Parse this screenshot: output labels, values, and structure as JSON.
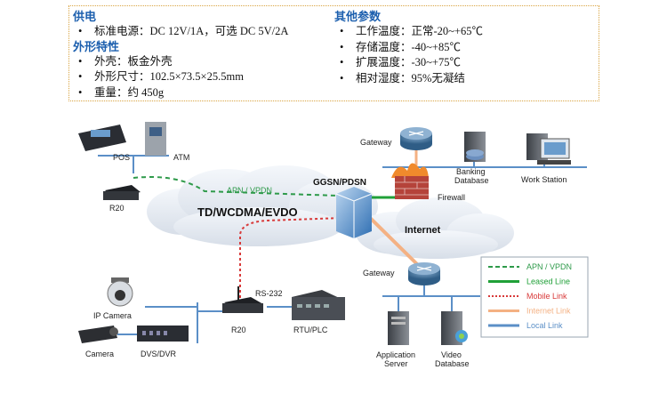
{
  "specs": {
    "left": {
      "power_title": "供电",
      "power_items": [
        "标准电源：DC 12V/1A，可选 DC 5V/2A"
      ],
      "shape_title": "外形特性",
      "shape_items": [
        "外壳：板金外壳",
        "外形尺寸：102.5×73.5×25.5mm",
        "重量：约 450g"
      ]
    },
    "right": {
      "other_title": "其他参数",
      "other_items": [
        "工作温度：正常-20~+65℃",
        "存储温度：-40~+85℃",
        "扩展温度：-30~+75℃",
        "相对湿度：95%无凝结"
      ]
    }
  },
  "diagram": {
    "devices": {
      "pos": "POS",
      "atm": "ATM",
      "r20_top": "R20",
      "gateway_top": "Gateway",
      "banking_db": [
        "Banking",
        "Database"
      ],
      "work_station": "Work Station",
      "firewall": "Firewall",
      "ggsn": "GGSN/PDSN",
      "tdwcdma": "TD/WCDMA/EVDO",
      "internet": "Internet",
      "apn_vpdn": "APN / VPDN",
      "ip_camera": "IP Camera",
      "camera": "Camera",
      "dvs_dvr": "DVS/DVR",
      "r20_bottom": "R20",
      "rs232": "RS-232",
      "rtu_plc": "RTU/PLC",
      "gateway_bottom": "Gateway",
      "app_server": [
        "Application",
        "Server"
      ],
      "video_db": [
        "Video",
        "Database"
      ]
    },
    "legend": [
      {
        "label": "APN / VPDN",
        "color": "#2e9a4a",
        "style": "dashed"
      },
      {
        "label": "Leased Line",
        "color": "#20a038",
        "style": "solid"
      },
      {
        "label": "Mobile Link",
        "color": "#d83a3a",
        "style": "dotted"
      },
      {
        "label": "Internet Link",
        "color": "#f4b183",
        "style": "solid"
      },
      {
        "label": "Local Link",
        "color": "#5b8fc7",
        "style": "solid"
      }
    ]
  }
}
